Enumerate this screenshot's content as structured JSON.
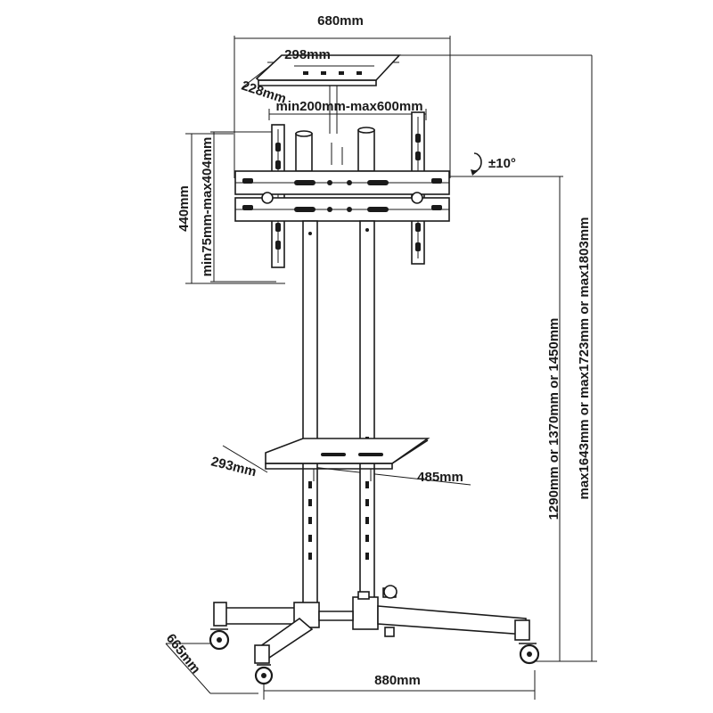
{
  "dimensions": {
    "overall_width": "680mm",
    "top_tray_width": "298mm",
    "top_tray_depth": "228mm",
    "vesa_horizontal": "min200mm-max600mm",
    "mount_height": "440mm",
    "vesa_vertical": "min75mm-max404mm",
    "tilt": "±10°",
    "mount_center_height": "1290mm or 1370mm or 1450mm",
    "overall_height": "max1643mm or max1723mm or max1803mm",
    "shelf_depth": "293mm",
    "shelf_width": "485mm",
    "base_depth": "665mm",
    "base_width": "880mm"
  },
  "colors": {
    "line": "#1a1a1a",
    "background": "#ffffff"
  },
  "icons": {
    "tilt": "rotate-arrow-icon"
  }
}
